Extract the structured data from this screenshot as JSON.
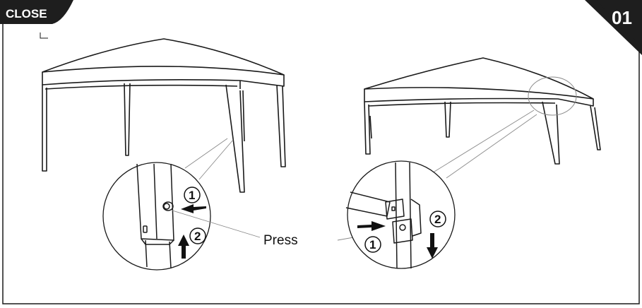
{
  "header": {
    "close_label": "CLOSE",
    "step_number": "01"
  },
  "annotations": {
    "press_label": "Press",
    "left_detail": {
      "step1": "1",
      "step2": "2"
    },
    "right_detail": {
      "step1": "1",
      "step2": "2"
    }
  },
  "colors": {
    "line": "#1a1a1a",
    "tab_fill": "#1e1e1e",
    "background": "#ffffff"
  }
}
